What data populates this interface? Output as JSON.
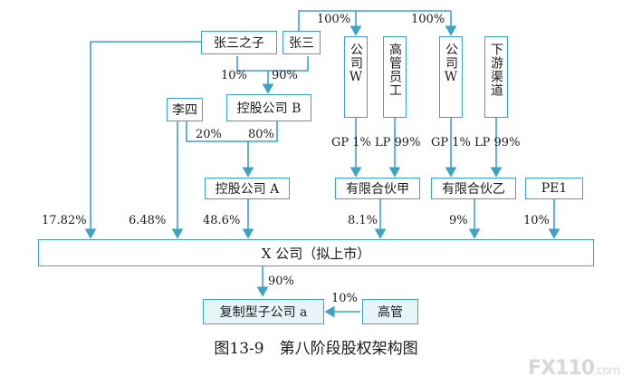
{
  "nodes": {
    "zhang_zhizi": "张三之子",
    "zhangsan": "张三",
    "gongsi_w1": "公司W",
    "gaoguan_yuangong": "高管员工",
    "gongsi_w2": "公司W",
    "xiayou_qudao": "下游渠道",
    "lisi": "李四",
    "konggu_b": "控股公司 B",
    "konggu_a": "控股公司 A",
    "youxian_jia": "有限合伙甲",
    "youxian_yi": "有限合伙乙",
    "pe1": "PE1",
    "x_company": "X 公司（拟上市）",
    "fuzhi_a": "复制型子公司 a",
    "gaoguan": "高管"
  },
  "labels": {
    "pct_100_left": "100%",
    "pct_100_right": "100%",
    "pct_10_b": "10%",
    "pct_90_b": "90%",
    "pct_20_a": "20%",
    "pct_80_a": "80%",
    "gp_lp_jia": "GP 1%  LP 99%",
    "gp_lp_yi": "GP 1%  LP 99%",
    "pct_zhang_zhizi_x": "17.82%",
    "pct_lisi_x": "6.48%",
    "pct_a_x": "48.6%",
    "pct_jia_x": "8.1%",
    "pct_yi_x": "9%",
    "pct_pe1_x": "10%",
    "pct_x_a": "90%",
    "pct_gaoguan_a": "10%"
  },
  "caption": "图13-9　第八阶段股权架构图",
  "watermark": {
    "brand": "FX110",
    "suffix": ".com"
  },
  "colors": {
    "line": "#3aa3c8",
    "box_border": "#3aa3c8",
    "box_fill_light": "#e8f5f8",
    "text": "#1a1a1a"
  }
}
